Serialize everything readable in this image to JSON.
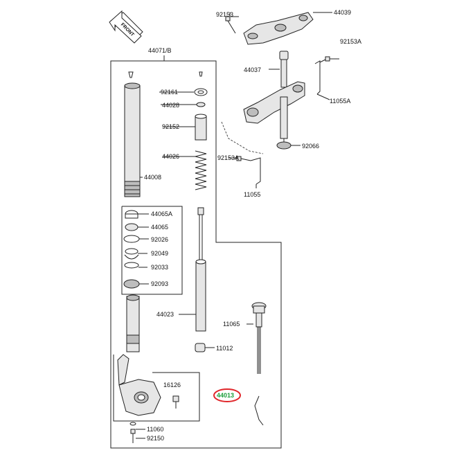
{
  "front_arrow": {
    "text": "FRONT"
  },
  "labels": {
    "p92153": "92153",
    "p44039": "44039",
    "p92153a_top": "92153A",
    "p44071b": "44071/B",
    "p44037": "44037",
    "p92161": "92161",
    "p44028": "44028",
    "p11055a": "11055A",
    "p92152": "92152",
    "p92066": "92066",
    "p44026": "44026",
    "p92153a_mid": "92153A",
    "p44008": "44008",
    "p11055": "11055",
    "p44065a": "44065A",
    "p44065": "44065",
    "p92026": "92026",
    "p92049": "92049",
    "p92033": "92033",
    "p92093": "92093",
    "p44023": "44023",
    "p11065": "11065",
    "p11012": "11012",
    "p16126": "16126",
    "p44013": "44013",
    "p11060": "11060",
    "p92150": "92150"
  },
  "colors": {
    "highlight_ring": "#e0262a",
    "highlight_text": "#1a9e3a",
    "line": "#222222"
  }
}
